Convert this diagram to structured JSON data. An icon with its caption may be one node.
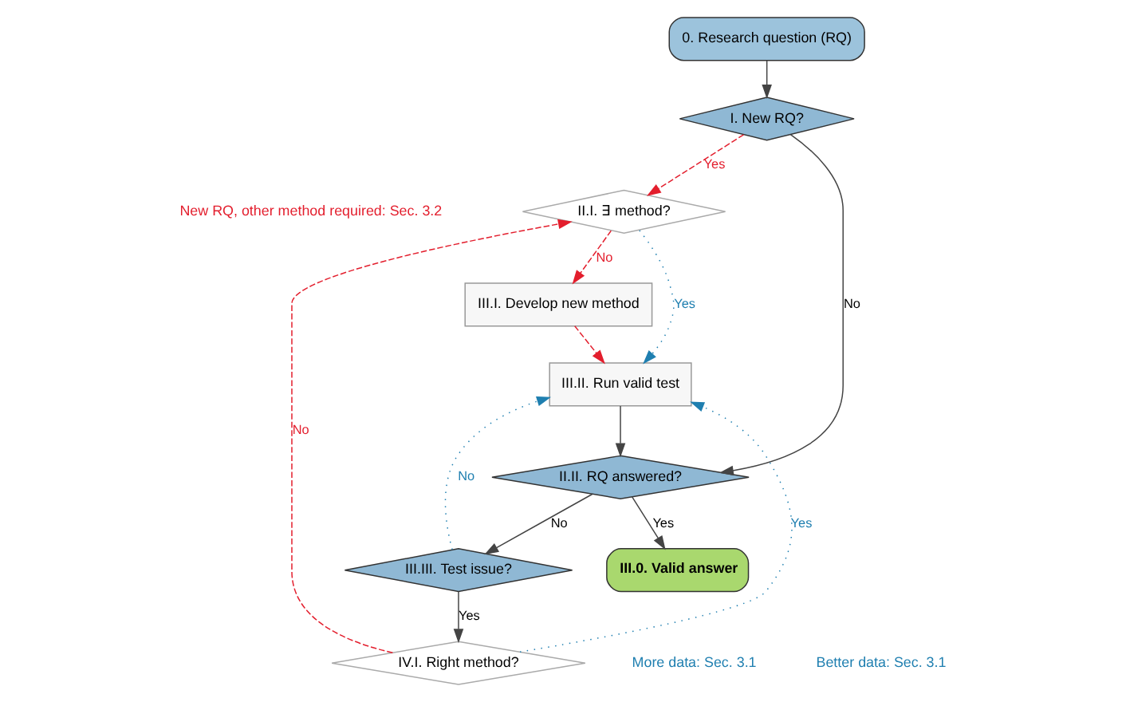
{
  "diagram": {
    "nodes": [
      {
        "text": [
          "0. Research question (RQ)"
        ]
      },
      {
        "text": [
          "I. New RQ?"
        ]
      },
      {
        "text": [
          "II.I. ∃ method?"
        ]
      },
      {
        "text": [
          "II.II. RQ answered?"
        ]
      },
      {
        "text": [
          "III.I. Develop new method"
        ]
      },
      {
        "text": [
          "III.II. Run valid test"
        ]
      },
      {
        "text": [
          "III.III. Test issue?"
        ]
      },
      {
        "text": [
          "III.0. Valid answer"
        ]
      },
      {
        "text": [
          "IV.I. Right method?"
        ]
      }
    ],
    "edges": [
      {
        "from": 0,
        "to": 1,
        "arrow": "to"
      },
      {
        "from": 1,
        "to": 2,
        "arrow": "to",
        "label": "Yes",
        "style": "dashed",
        "color": "#e31e2d"
      },
      {
        "from": 1,
        "to": 3,
        "arrow": "to",
        "label": "No"
      },
      {
        "from": 2,
        "to": 4,
        "arrow": "to",
        "label": "No",
        "style": "dashed",
        "color": "#e31e2d"
      },
      {
        "from": 2,
        "to": 5,
        "arrow": "to",
        "label": "Yes",
        "style": "dashed",
        "color": "#1f7fb0"
      },
      {
        "from": 4,
        "to": 5,
        "arrow": "to",
        "style": "dashed",
        "color": "#e31e2d"
      },
      {
        "from": 5,
        "to": 3,
        "arrow": "to"
      },
      {
        "from": 3,
        "to": 6,
        "arrow": "to",
        "label": "No"
      },
      {
        "from": 3,
        "to": 7,
        "arrow": "to",
        "label": "Yes"
      },
      {
        "from": 6,
        "to": 8,
        "arrow": "to",
        "label": "Yes"
      },
      {
        "from": 6,
        "to": 5,
        "arrow": "to",
        "label": "No",
        "style": "dashed",
        "color": "#1f7fb0"
      },
      {
        "from": 8,
        "to": 5,
        "arrow": "to",
        "label": "Yes",
        "style": "dashed",
        "color": "#1f7fb0"
      },
      {
        "from": 8,
        "to": 2,
        "arrow": "to",
        "label": "No",
        "style": "dashed",
        "color": "#e31e2d"
      }
    ],
    "labels": [
      "New RQ, other method required: Sec. 3.2",
      "More data: Sec. 3.1",
      "Better data: Sec. 3.1"
    ]
  }
}
